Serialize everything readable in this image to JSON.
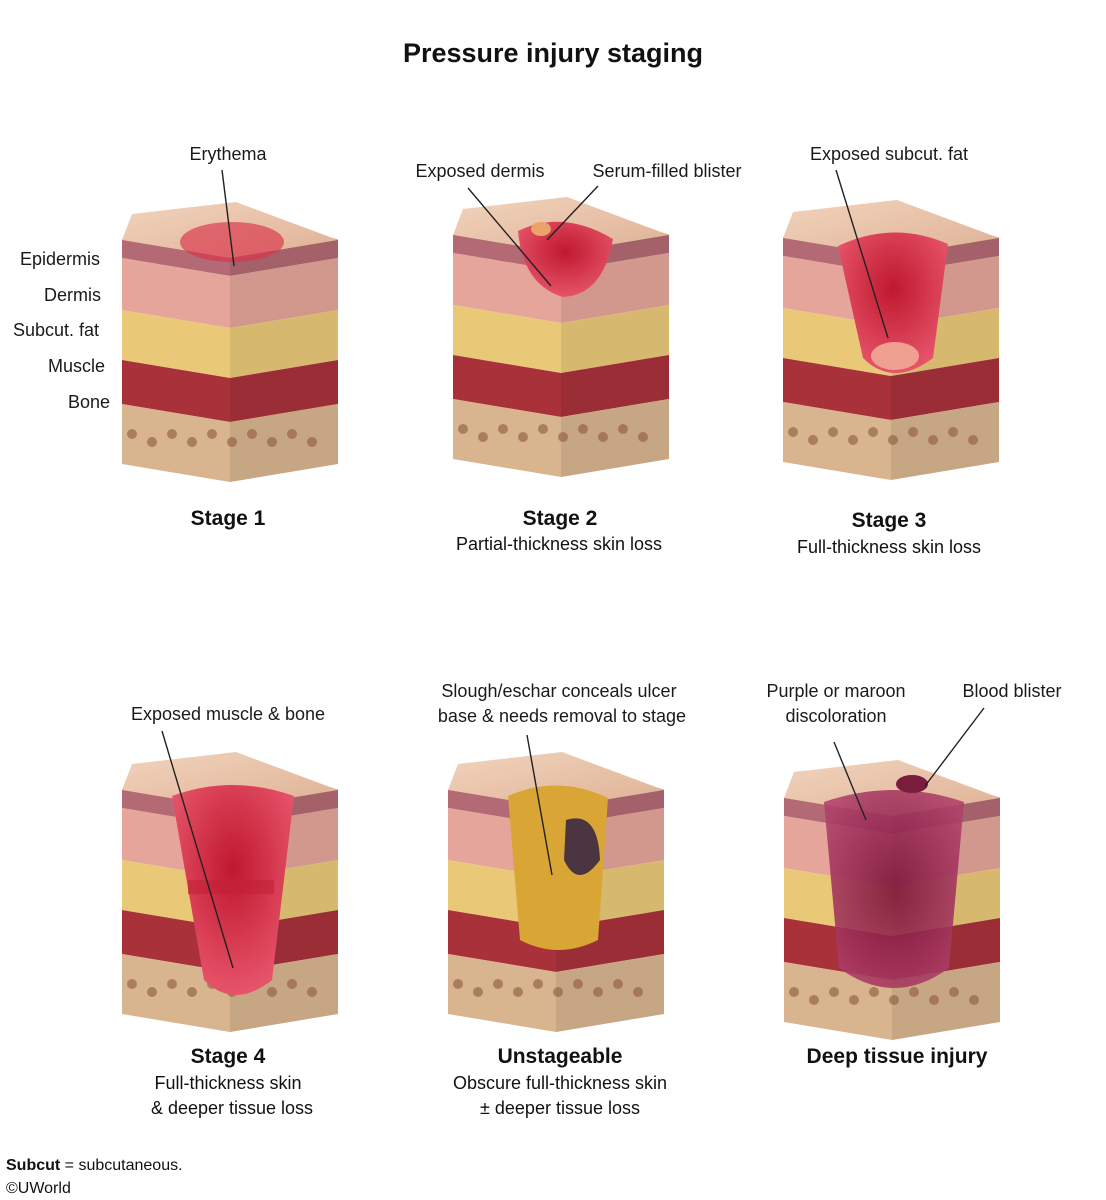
{
  "title": "Pressure injury staging",
  "layer_labels": [
    "Epidermis",
    "Dermis",
    "Subcut. fat",
    "Muscle",
    "Bone"
  ],
  "panels": [
    {
      "stage": "Stage 1",
      "description": [],
      "callouts": [
        "Erythema"
      ]
    },
    {
      "stage": "Stage 2",
      "description": [
        "Partial-thickness skin loss"
      ],
      "callouts": [
        "Exposed dermis",
        "Serum-filled blister"
      ]
    },
    {
      "stage": "Stage 3",
      "description": [
        "Full-thickness skin loss"
      ],
      "callouts": [
        "Exposed subcut. fat"
      ]
    },
    {
      "stage": "Stage 4",
      "description": [
        "Full-thickness skin",
        "& deeper tissue loss"
      ],
      "callouts": [
        "Exposed muscle & bone"
      ]
    },
    {
      "stage": "Unstageable",
      "description": [
        "Obscure full-thickness skin",
        "± deeper tissue loss"
      ],
      "callouts": [
        "Slough/eschar conceals ulcer",
        "base & needs removal to stage"
      ]
    },
    {
      "stage": "Deep tissue injury",
      "description": [],
      "callouts": [
        "Purple or maroon",
        "discoloration",
        "Blood blister"
      ]
    }
  ],
  "footnote": {
    "term": "Subcut",
    "definition": " = subcutaneous.",
    "copyright": "©UWorld"
  },
  "colors": {
    "skin_top": "#e9c3a8",
    "dermis": "#e5a59a",
    "epidermis": "#b46a74",
    "fat": "#e9c878",
    "muscle": "#a8313a",
    "bone": "#d8b58f",
    "wound": "#d8334a",
    "eschar_yellow": "#d9a636",
    "eschar_dark": "#4a3540",
    "dti": "#8d1f45"
  }
}
